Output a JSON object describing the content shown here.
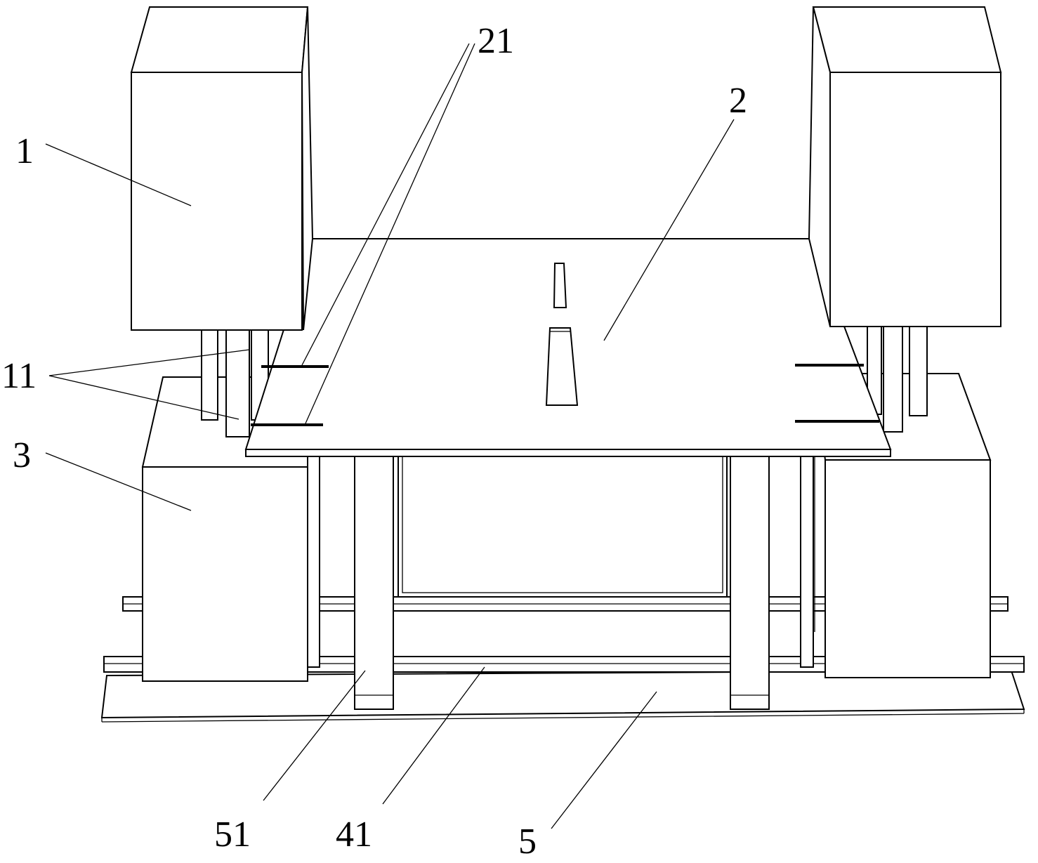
{
  "labels": {
    "drive_box": "1",
    "legs": "11",
    "plate": "2",
    "plate_bars": "21",
    "lower_box": "3",
    "columns": "51",
    "rail": "41",
    "base": "5"
  }
}
